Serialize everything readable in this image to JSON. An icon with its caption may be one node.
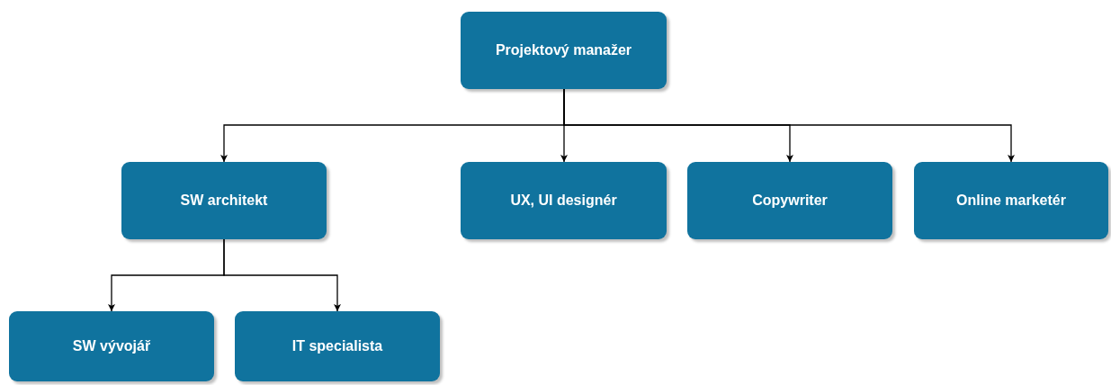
{
  "diagram": {
    "nodes": [
      {
        "text": [
          "Projektový manažer"
        ]
      },
      {
        "text": [
          "SW architekt"
        ]
      },
      {
        "text": [
          "UX, UI designér"
        ]
      },
      {
        "text": [
          "Copywriter"
        ]
      },
      {
        "text": [
          "Online marketér"
        ]
      },
      {
        "text": [
          "SW vývojář"
        ]
      },
      {
        "text": [
          "IT specialista"
        ]
      }
    ],
    "edges": [
      {
        "from": 0,
        "to": 1,
        "arrow": "to"
      },
      {
        "from": 0,
        "to": 2,
        "arrow": "to"
      },
      {
        "from": 0,
        "to": 3,
        "arrow": "to"
      },
      {
        "from": 0,
        "to": 4,
        "arrow": "to"
      },
      {
        "from": 1,
        "to": 5,
        "arrow": "to"
      },
      {
        "from": 1,
        "to": 6,
        "arrow": "to"
      }
    ]
  }
}
